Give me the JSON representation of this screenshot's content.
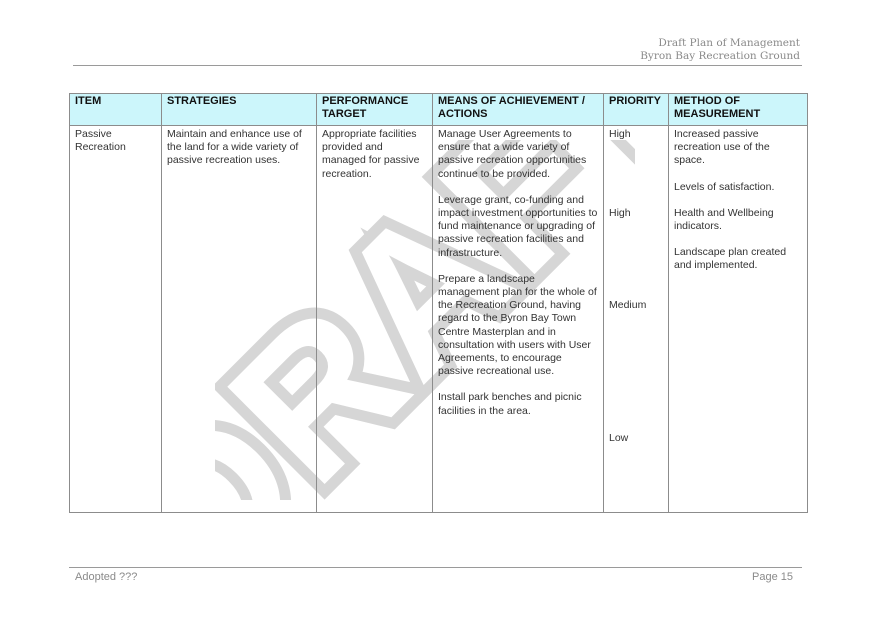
{
  "header": {
    "line1": "Draft Plan of Management",
    "line2": "Byron Bay Recreation Ground"
  },
  "watermark": "DRAFT",
  "table": {
    "headers": [
      "ITEM",
      "STRATEGIES",
      "PERFORMANCE TARGET",
      "MEANS OF ACHIEVEMENT / ACTIONS",
      "PRIORITY",
      "METHOD OF MEASUREMENT"
    ],
    "item": "Passive Recreation",
    "strategy": "Maintain and enhance use of the land for a wide variety of passive recreation uses.",
    "target": "Appropriate facilities provided and managed for passive recreation.",
    "actions": [
      "Manage User Agreements to ensure that a wide variety of passive recreation opportunities continue to be provided.",
      "Leverage grant, co-funding and impact investment opportunities to fund maintenance or upgrading of passive recreation facilities and infrastructure.",
      "Prepare a landscape management plan for the whole of the Recreation Ground, having regard to the Byron Bay Town Centre Masterplan and in consultation with users with User Agreements, to encourage passive recreational use.",
      "Install park benches and picnic facilities in the area."
    ],
    "priorities": [
      "High",
      "High",
      "Medium",
      "Low"
    ],
    "measurements": [
      "Increased passive recreation use of the space.",
      "Levels of satisfaction.",
      "Health and Wellbeing indicators.",
      "Landscape plan created and implemented."
    ]
  },
  "footer": {
    "left": "Adopted ???",
    "right": "Page 15"
  }
}
